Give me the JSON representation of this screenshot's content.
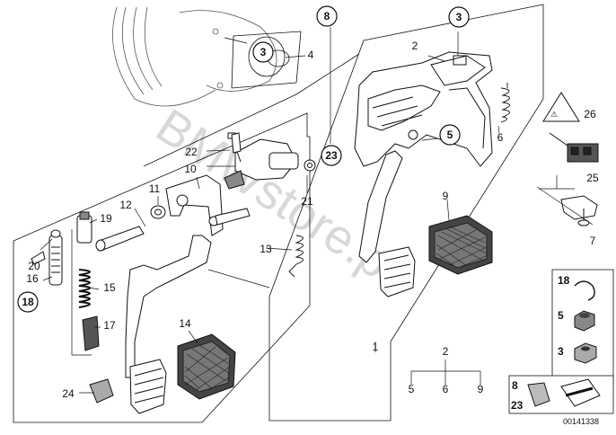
{
  "callouts": [
    {
      "id": "c1",
      "text": "1"
    },
    {
      "id": "c2",
      "text": "2"
    },
    {
      "id": "c3",
      "text": "3"
    },
    {
      "id": "c3b",
      "text": "3"
    },
    {
      "id": "c4",
      "text": "4"
    },
    {
      "id": "c5",
      "text": "5"
    },
    {
      "id": "c6",
      "text": "6"
    },
    {
      "id": "c7",
      "text": "7"
    },
    {
      "id": "c8",
      "text": "8"
    },
    {
      "id": "c9",
      "text": "9"
    },
    {
      "id": "c10",
      "text": "10"
    },
    {
      "id": "c11",
      "text": "11"
    },
    {
      "id": "c12",
      "text": "12"
    },
    {
      "id": "c13",
      "text": "13"
    },
    {
      "id": "c14",
      "text": "14"
    },
    {
      "id": "c15",
      "text": "15"
    },
    {
      "id": "c16",
      "text": "16"
    },
    {
      "id": "c17",
      "text": "17"
    },
    {
      "id": "c18",
      "text": "18"
    },
    {
      "id": "c19",
      "text": "19"
    },
    {
      "id": "c20",
      "text": "20"
    },
    {
      "id": "c21",
      "text": "21"
    },
    {
      "id": "c22",
      "text": "22"
    },
    {
      "id": "c23",
      "text": "23"
    },
    {
      "id": "c24",
      "text": "24"
    },
    {
      "id": "c25",
      "text": "25"
    },
    {
      "id": "c26",
      "text": "26"
    },
    {
      "id": "g2",
      "text": "2"
    },
    {
      "id": "g5",
      "text": "5"
    },
    {
      "id": "g6",
      "text": "6"
    },
    {
      "id": "g9",
      "text": "9"
    }
  ],
  "legend": [
    {
      "id": "l18",
      "text": "18"
    },
    {
      "id": "l5",
      "text": "5"
    },
    {
      "id": "l3",
      "text": "3"
    },
    {
      "id": "l8",
      "text": "8"
    },
    {
      "id": "l23",
      "text": "23"
    }
  ],
  "watermark": "BMWstore.pl",
  "diagram_code": "00141338",
  "colors": {
    "line": "#111111",
    "watermark": "#d8d8d8",
    "fill": "#ffffff",
    "dark": "#333333"
  }
}
